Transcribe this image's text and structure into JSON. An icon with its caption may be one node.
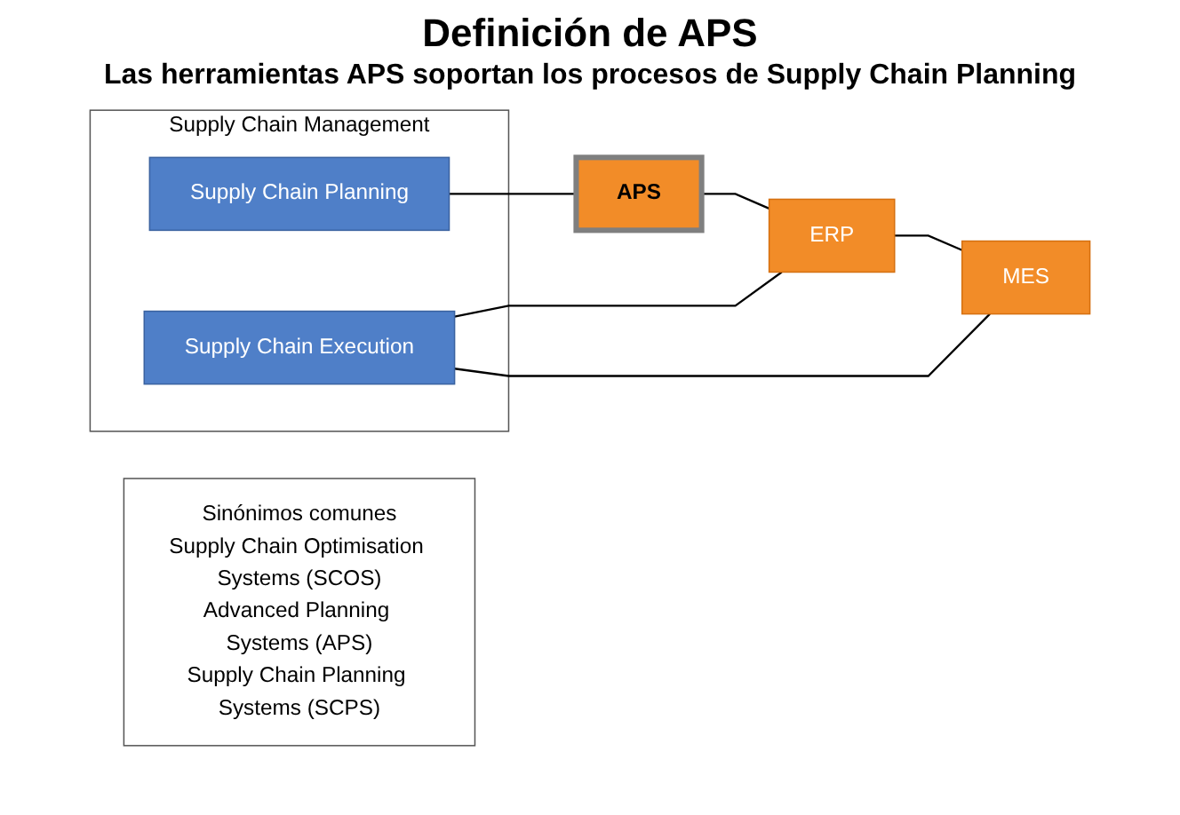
{
  "diagram": {
    "title": "Definición de APS",
    "nodes": [
      {
        "text": [
          "Supply Chain Management"
        ]
      },
      {
        "text": [
          "Supply Chain Planning"
        ],
        "in": 0
      },
      {
        "text": [
          "Supply Chain Execution"
        ],
        "in": 0
      },
      {
        "text": [
          "APS"
        ]
      },
      {
        "text": [
          "ERP"
        ]
      },
      {
        "text": [
          "MES"
        ]
      },
      {
        "text": [
          "Sinónimos comunes",
          "Supply Chain Optimisation Systems (SCOS)",
          "Advanced Planning Systems (APS)",
          "Supply Chain Planning Systems (SCPS)"
        ]
      }
    ],
    "edges": [
      {
        "from": 1,
        "to": 3,
        "arrow": "none"
      },
      {
        "from": 3,
        "to": 4,
        "arrow": "none"
      },
      {
        "from": 4,
        "to": 5,
        "arrow": "none"
      },
      {
        "from": 2,
        "to": 4,
        "arrow": "none"
      },
      {
        "from": 2,
        "to": 5,
        "arrow": "none"
      }
    ],
    "labels": [
      "Las herramientas APS soportan los procesos de Supply Chain Planning"
    ]
  }
}
